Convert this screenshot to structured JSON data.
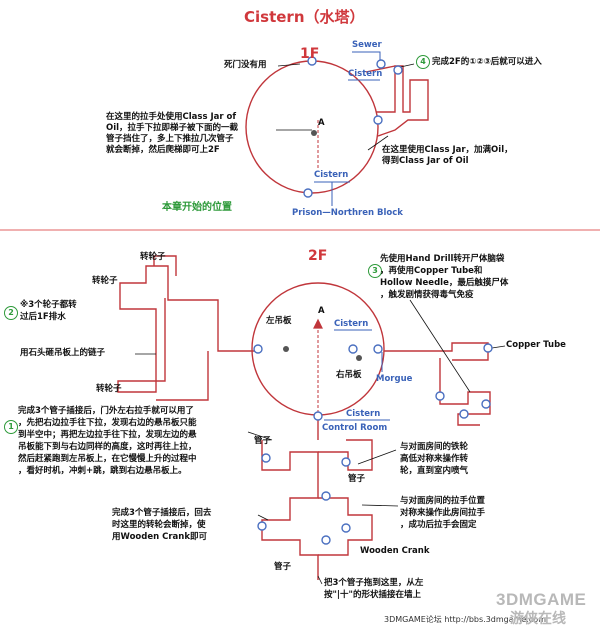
{
  "title": "Cistern（水塔）",
  "floor1": {
    "label": "1F",
    "sewer": "Sewer",
    "cistern_top": "Cistern",
    "cistern_bottom": "Cistern",
    "prison": "Prison—Northren Block",
    "start_position": "本章开始的位置",
    "dead_end": "死门没有用",
    "step4_num": "4",
    "step4": "完成2F的①②③后就可以进入",
    "note_left": [
      "在这里的拉手处使用Class Jar of",
      "Oil，拉手下拉即梯子被下面的一截",
      "管子挡住了，多上下推拉几次管子",
      "就会断掉，然后爬梯即可上2F"
    ],
    "note_right": [
      "在这里使用Class Jar，加满Oil，",
      "得到Class Jar of Oil"
    ],
    "marker_a": "A"
  },
  "floor2": {
    "label": "2F",
    "wheel_1": "转轮子",
    "wheel_2": "转轮子",
    "wheel_3": "转轮子",
    "step2_num": "2",
    "step2": [
      "※3个轮子都转",
      "过后1F排水"
    ],
    "chain": "用石头砸吊板上的链子",
    "left_plank": "左吊板",
    "right_plank": "右吊板",
    "cistern_right": "Cistern",
    "morgue": "Morgue",
    "cistern_ctrl": "Cistern",
    "control_room": "Control Room",
    "copper_tube": "Copper Tube",
    "step3_num": "3",
    "step3": [
      "先使用Hand Drill转开尸体脑袋",
      "，再使用Copper Tube和",
      "Hollow Needle，最后触摸尸体",
      "，触发剧情获得毒气免疫"
    ],
    "marker_a": "A",
    "step1_num": "1",
    "step1": [
      "完成3个管子插接后，门外左右拉手就可以用了",
      "，先把右边拉手往下拉，发现右边的悬吊板只能",
      "到半空中；再把左边拉手往下拉，发现左边的悬",
      "吊板能下到与右边同样的高度，这时再往上拉，",
      "然后赶紧跑到左吊板上，在它慢慢上升的过程中",
      "，看好时机，冲刺+跳，跳到右边悬吊板上。"
    ],
    "pipe_1": "管子",
    "pipe_2": "管子",
    "pipe_3": "管子",
    "note_valve": [
      "与对面房间的铁轮",
      "高低对称来操作转",
      "轮，直到室内喷气"
    ],
    "note_crank_break": [
      "完成3个管子插接后，回去",
      "时这里的转轮会断掉，使",
      "用Wooden Crank即可"
    ],
    "note_handle": [
      "与对面房间的拉手位置",
      "对称来操作此房间拉手",
      "，成功后拉手会固定"
    ],
    "wooden_crank": "Wooden Crank",
    "note_drag": [
      "把3个管子拖到这里，从左",
      "按\"|十\"的形状插接在墙上"
    ]
  },
  "footer": {
    "credit": "3DMGAME论坛 http://bbs.3dmgame.com",
    "watermark_1": "3DMGAME",
    "watermark_2": "游侠在线"
  },
  "colors": {
    "path": "#c0363b",
    "label_blue": "#3a62b8",
    "label_green": "#2e9a3a",
    "label_red": "#d0383c",
    "node_blue": "#4a6fc0",
    "watermark": "#b8b8b8"
  }
}
